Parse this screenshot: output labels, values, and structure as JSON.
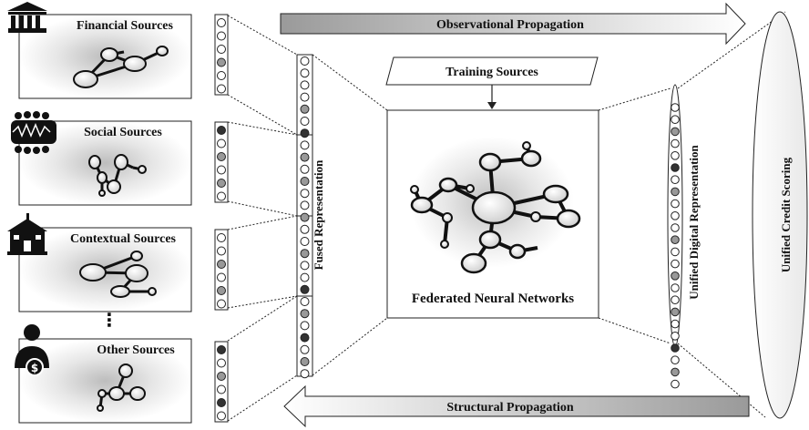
{
  "sources": {
    "financial": "Financial Sources",
    "social": "Social Sources",
    "contextual": "Contextual Sources",
    "other": "Other Sources",
    "ellipsis": "⋮"
  },
  "labels": {
    "fused_representation": "Fused Representation",
    "training_sources": "Training Sources",
    "federated_networks": "Federated Neural Networks",
    "unified_digital_representation": "Unified Digital Representation",
    "unified_credit_scoring": "Unified Credit Scoring",
    "observational_propagation": "Observational Propagation",
    "structural_propagation": "Structural Propagation"
  },
  "vectors": {
    "financial": [
      "white",
      "white",
      "white",
      "gray",
      "white",
      "white"
    ],
    "social": [
      "dark",
      "white",
      "gray",
      "white",
      "gray",
      "white"
    ],
    "contextual": [
      "white",
      "white",
      "gray",
      "white",
      "gray",
      "white"
    ],
    "other": [
      "dark",
      "white",
      "gray",
      "white",
      "dark",
      "white"
    ],
    "fused": [
      "white",
      "white",
      "white",
      "white",
      "gray",
      "white",
      "dark",
      "white",
      "gray",
      "white",
      "gray",
      "white",
      "white",
      "gray",
      "white",
      "white",
      "gray",
      "white",
      "white",
      "dark",
      "white",
      "gray",
      "white",
      "dark",
      "white",
      "gray",
      "white"
    ],
    "unified": [
      "white",
      "white",
      "gray",
      "white",
      "white",
      "dark",
      "white",
      "gray",
      "white",
      "white",
      "white",
      "gray",
      "white",
      "white",
      "gray",
      "white",
      "white",
      "gray",
      "white",
      "white",
      "dark",
      "white",
      "gray",
      "white"
    ]
  },
  "colors": {
    "dark": "#333333",
    "gray": "#999999",
    "white": "#ffffff"
  }
}
